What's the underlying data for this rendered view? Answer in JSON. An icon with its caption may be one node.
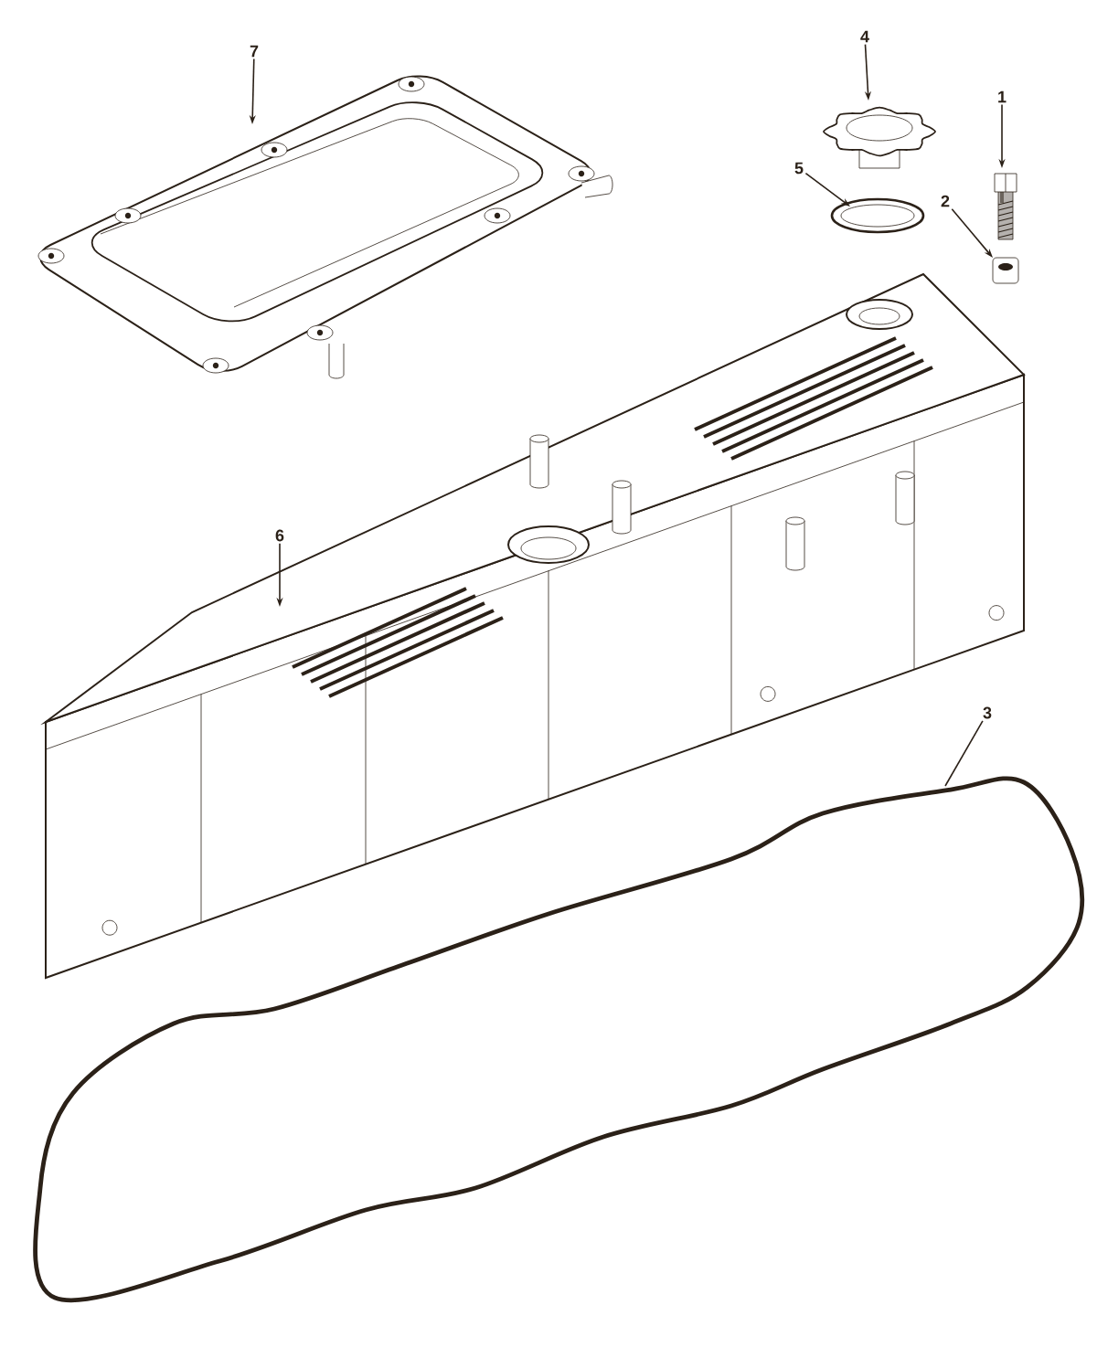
{
  "diagram": {
    "nodes": [
      {
        "text": [
          "7"
        ]
      },
      {
        "text": [
          "4"
        ]
      },
      {
        "text": [
          "1"
        ]
      },
      {
        "text": [
          "5"
        ]
      },
      {
        "text": [
          "2"
        ]
      },
      {
        "text": [
          "6"
        ]
      },
      {
        "text": [
          "3"
        ]
      },
      {
        "text": [],
        "shape": "picture"
      },
      {
        "text": [],
        "shape": "picture"
      },
      {
        "text": [],
        "shape": "picture"
      },
      {
        "text": [],
        "shape": "picture"
      },
      {
        "text": [],
        "shape": "picture"
      },
      {
        "text": [],
        "shape": "picture"
      },
      {
        "text": [],
        "shape": "picture"
      }
    ],
    "edges": [
      {
        "from": 0,
        "to": 7,
        "arrow": "to"
      },
      {
        "from": 1,
        "to": 8,
        "arrow": "to"
      },
      {
        "from": 2,
        "to": 9,
        "arrow": "to"
      },
      {
        "from": 3,
        "to": 10,
        "arrow": "to"
      },
      {
        "from": 4,
        "to": 11,
        "arrow": "to"
      },
      {
        "from": 5,
        "to": 12,
        "arrow": "to"
      },
      {
        "from": 6,
        "to": 13,
        "arrow": "none"
      }
    ]
  }
}
